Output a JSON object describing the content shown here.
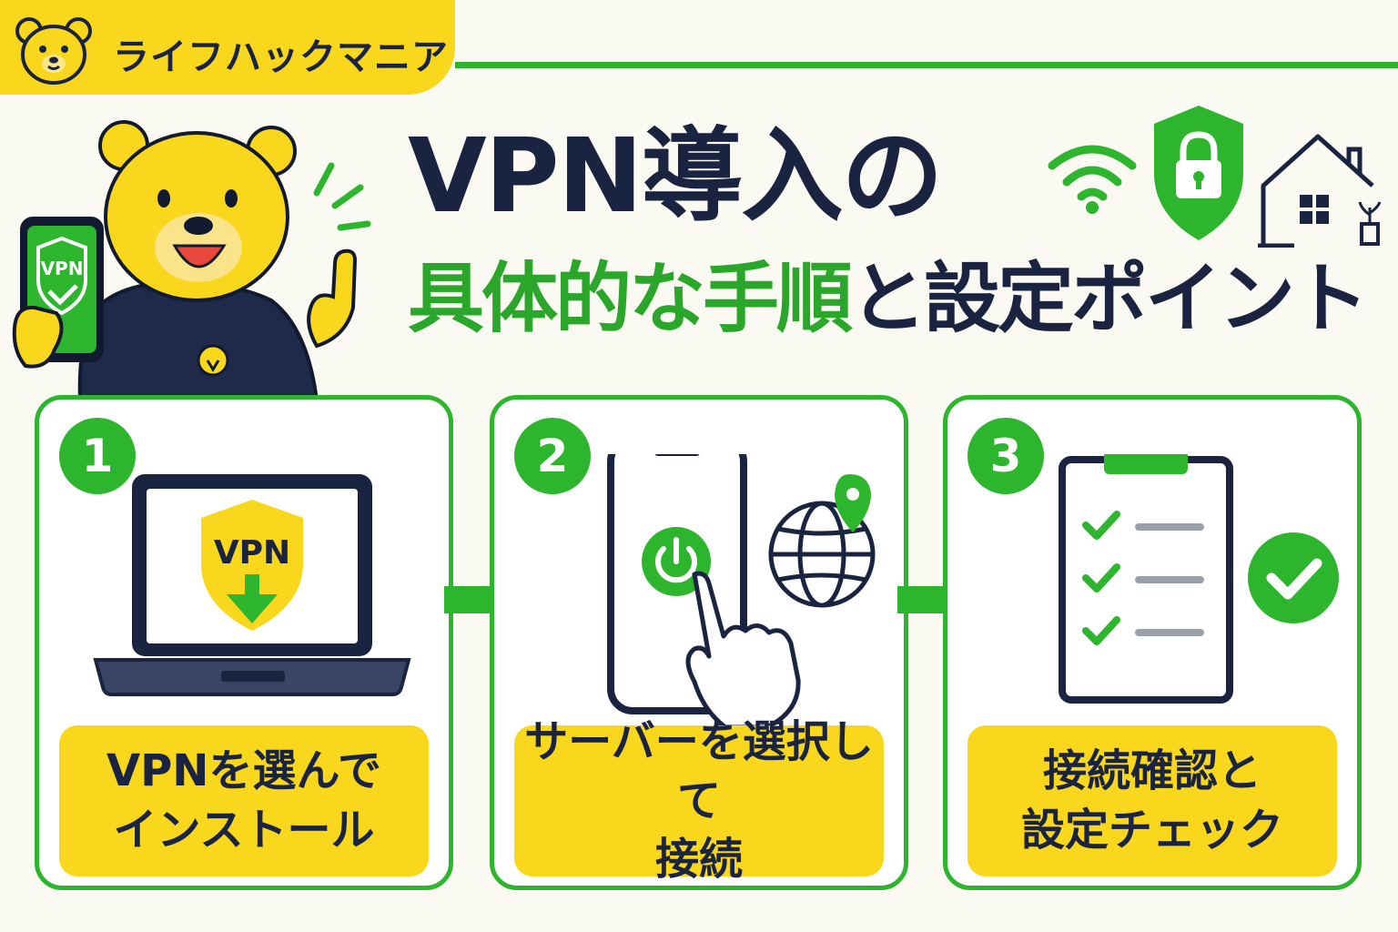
{
  "brand": {
    "name": "ライフハックマニア",
    "accent": "#f9d71c"
  },
  "title": {
    "line1": "VPN導入の",
    "line2_green": "具体的な手順",
    "line2_navy": "と設定ポイント"
  },
  "header_icons": [
    "wifi-icon",
    "shield-lock-icon",
    "smart-home-icon"
  ],
  "mascot": {
    "phone_text": "VPN"
  },
  "steps": [
    {
      "number": "1",
      "label": "VPNを選んで\nインストール",
      "badge_text": "VPN",
      "icon": "laptop-vpn-download-icon"
    },
    {
      "number": "2",
      "label": "サーバーを選択して\n接続",
      "icon": "phone-power-globe-icon"
    },
    {
      "number": "3",
      "label": "接続確認と\n設定チェック",
      "icon": "clipboard-checklist-icon"
    }
  ],
  "colors": {
    "green": "#2db52d",
    "yellow": "#f9d71c",
    "navy": "#1a2340",
    "background": "#fbfaf2"
  }
}
